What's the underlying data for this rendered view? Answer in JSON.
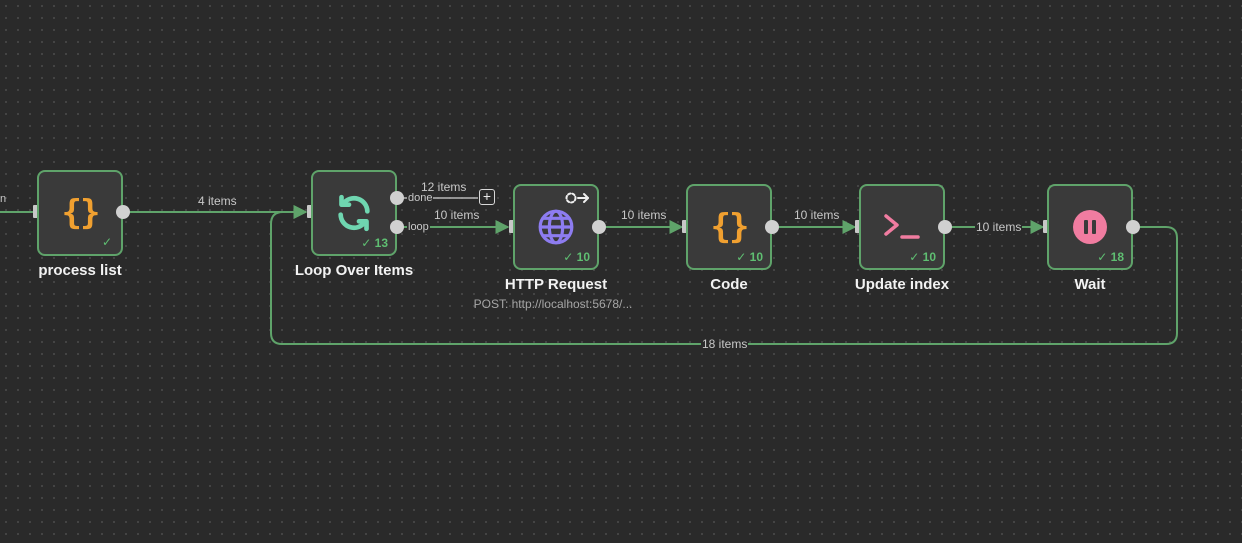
{
  "nodes": [
    {
      "id": "process-list",
      "label": "process list",
      "icon": "braces-icon",
      "status": "success-check"
    },
    {
      "id": "loop-over-items",
      "label": "Loop Over Items",
      "icon": "refresh-icon",
      "count": "13"
    },
    {
      "id": "http-request",
      "label": "HTTP Request",
      "sublabel": "POST: http://localhost:5678/...",
      "icon": "globe-icon",
      "count": "10",
      "badge_icon": "trigger-arrow-icon"
    },
    {
      "id": "code",
      "label": "Code",
      "icon": "braces-icon",
      "count": "10"
    },
    {
      "id": "update-index",
      "label": "Update index",
      "icon": "terminal-icon",
      "count": "10"
    },
    {
      "id": "wait",
      "label": "Wait",
      "icon": "pause-icon",
      "count": "18"
    }
  ],
  "edges": {
    "process_to_loop": "4 items",
    "loop_done": "12 items",
    "loop_loop": "10 items",
    "http_to_code": "10 items",
    "code_to_update": "10 items",
    "update_to_wait": "10 items",
    "wait_back_to_loop": "18 items"
  },
  "ports": {
    "done": "done",
    "loop": "loop"
  },
  "glyphs": {
    "braces": "{}",
    "add": "+",
    "check": "✓",
    "cut_edge_label": "n"
  },
  "colors": {
    "canvas": "#2a2a2a",
    "node_border": "#5fa36a",
    "edge": "#5fa36a",
    "braces": "#f0a030",
    "refresh": "#6fd6b0",
    "globe": "#8d7cf0",
    "terminal": "#f07ca0",
    "pause": "#f07ca0"
  }
}
